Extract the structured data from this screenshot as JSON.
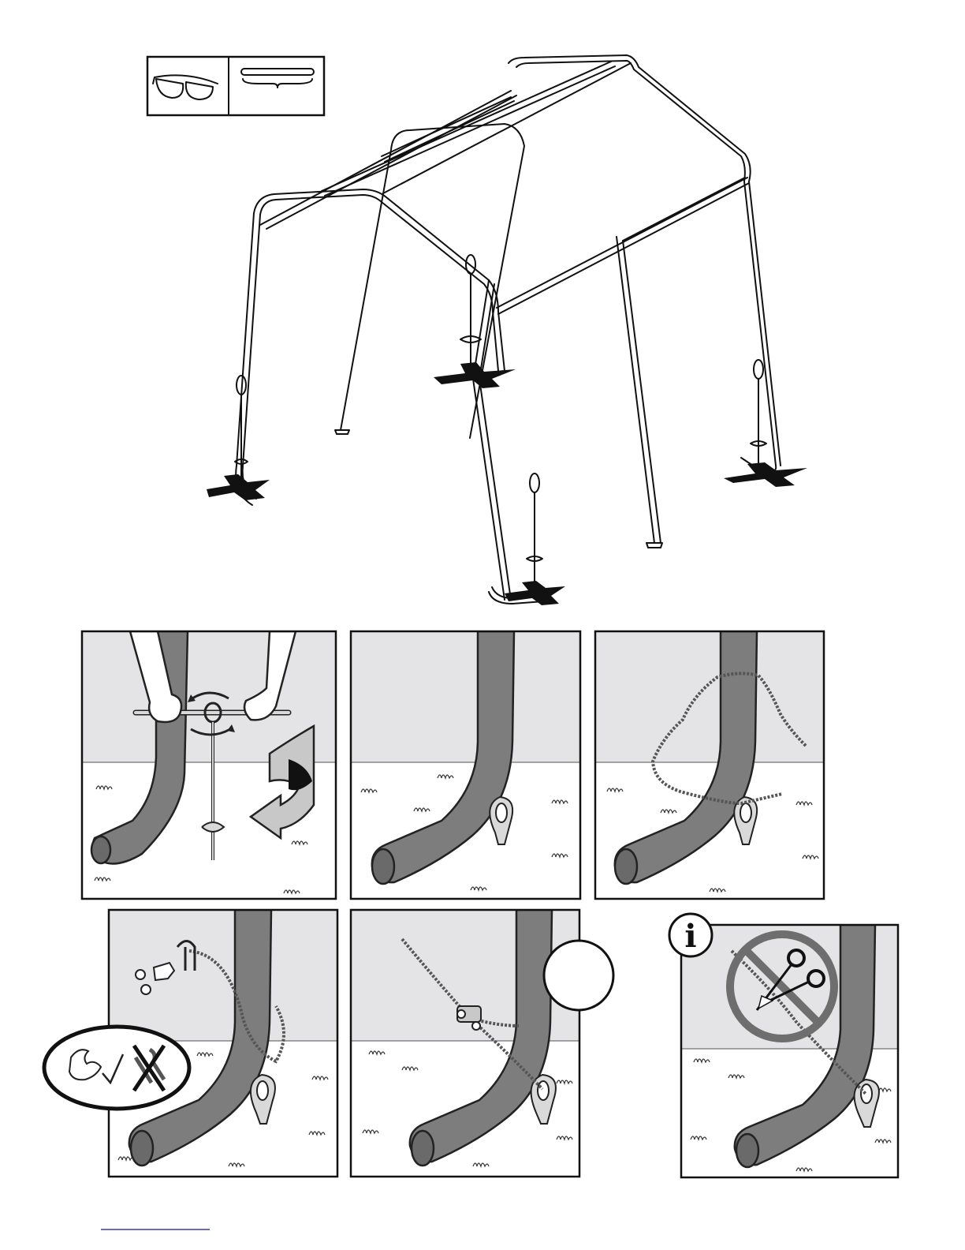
{
  "colors": {
    "sky": "#e4e4e6",
    "ground": "#ffffff",
    "pole": "#7d7d7d",
    "anchor": "#d9d9d9",
    "outline": "#111111",
    "prohibit": "#6e6e6e"
  },
  "icons": {
    "tools": [
      "safety-glasses-icon",
      "pipe-part-icon"
    ],
    "info": "info-icon",
    "prohibit": "no-cutting-icon",
    "hand_tighten": "hand-ok-icon",
    "no_wrench": "no-wrench-icon",
    "rotate": "rotate-arrow-icon"
  },
  "info_label": "i",
  "steps": [
    {
      "id": 1,
      "content": "screw-anchor-into-ground"
    },
    {
      "id": 2,
      "content": "anchor-installed"
    },
    {
      "id": 3,
      "content": "thread-cable-through-anchor"
    },
    {
      "id": 4,
      "content": "attach-cable-clamp"
    },
    {
      "id": 5,
      "content": "cable-clamp-tightened"
    },
    {
      "id": 6,
      "content": "do-not-cut-cable"
    }
  ]
}
